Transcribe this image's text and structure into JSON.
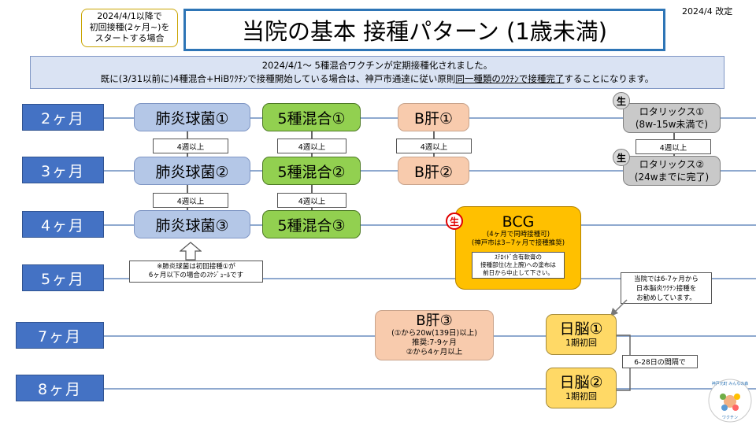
{
  "header": {
    "start_note": "2024/4/1以降で\n初回接種(2ヶ月~)を\nスタートする場合",
    "title": "当院の基本 接種パターン (1歳未満)",
    "revision": "2024/4 改定"
  },
  "banner": {
    "line1": "2024/4/1～ 5種混合ワクチンが定期接種化されました。",
    "line2_pre": "既に(3/31以前に)4種混合+HiBﾜｸﾁﾝで接種開始している場合は、神戸市通達に従い原則",
    "line2_underlined": "同一種類のﾜｸﾁﾝで接種完了",
    "line2_post": "することになります。"
  },
  "months": [
    "2ヶ月",
    "3ヶ月",
    "4ヶ月",
    "5ヶ月",
    "7ヶ月",
    "8ヶ月"
  ],
  "pcv": {
    "dose1": "肺炎球菌①",
    "dose2": "肺炎球菌②",
    "dose3": "肺炎球菌③",
    "gap1": "4週以上",
    "gap2": "4週以上",
    "note": "※肺炎球菌は初回接種①が\n6ヶ月以下の場合のｽｹｼﾞｭｰﾙです"
  },
  "mix5": {
    "dose1": "5種混合①",
    "dose2": "5種混合②",
    "dose3": "5種混合③",
    "gap1": "4週以上",
    "gap2": "4週以上"
  },
  "hepb": {
    "dose1": "B肝①",
    "dose2": "B肝②",
    "gap1": "4週以上",
    "dose3": "B肝③",
    "dose3_detail1": "(①から20w(139日)以上)",
    "dose3_detail2": "推奨:7-9ヶ月",
    "dose3_detail3": "②から4ヶ月以上"
  },
  "bcg": {
    "badge": "生",
    "title": "BCG",
    "detail1": "(4ヶ月で同時接種可)",
    "detail2": "(神戸市は3−7ヶ月で接種推奨)",
    "note": "ｽﾃﾛｲﾄﾞ含有軟膏の\n接種部位(左上腕)への塗布は\n前日から中止して下さい。"
  },
  "rota": {
    "badge": "生",
    "dose1_title": "ロタリックス①",
    "dose1_detail": "(8w-15w未満で)",
    "gap1": "4週以上",
    "dose2_title": "ロタリックス②",
    "dose2_detail": "(24wまでに完了)"
  },
  "je": {
    "dose1": "日脳①",
    "dose1_sub": "1期初回",
    "dose2": "日脳②",
    "dose2_sub": "1期初回",
    "callout": "当院では6-7ヶ月から\n日本脳炎ﾜｸﾁﾝ接種を\nお勧めしています。",
    "interval": "6-28日の間隔で"
  },
  "logo": {
    "text_top": "神戸元町 みんなの森",
    "text_bottom": "ワクチン"
  },
  "colors": {
    "month": "#4472c4",
    "pcv": "#b4c7e7",
    "mix5": "#92d050",
    "hepb": "#f8cbad",
    "bcg": "#ffc000",
    "rota": "#c9c9c9",
    "je": "#ffd966",
    "title_border": "#2e75b6",
    "live_badge": "#e00000"
  }
}
